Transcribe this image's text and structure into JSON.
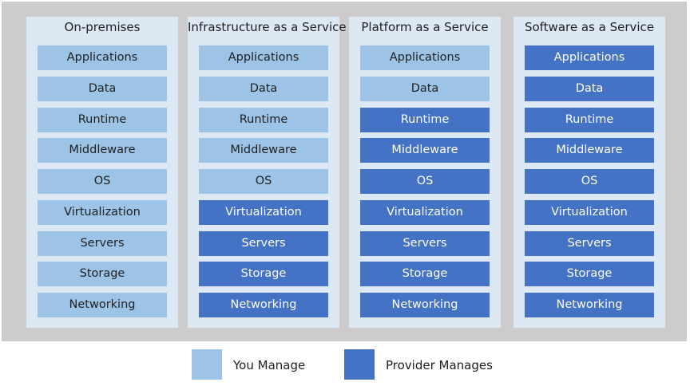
{
  "colors": {
    "you_manage": "#9dc3e6",
    "provider_manages": "#4472c4",
    "column_background": "#dde8f5",
    "panel_background": "#cdcbcb"
  },
  "layer_labels": [
    "Applications",
    "Data",
    "Runtime",
    "Middleware",
    "OS",
    "Virtualization",
    "Servers",
    "Storage",
    "Networking"
  ],
  "columns": [
    {
      "title": "On-premises",
      "layers": [
        {
          "label": "Applications",
          "managed_by": "you"
        },
        {
          "label": "Data",
          "managed_by": "you"
        },
        {
          "label": "Runtime",
          "managed_by": "you"
        },
        {
          "label": "Middleware",
          "managed_by": "you"
        },
        {
          "label": "OS",
          "managed_by": "you"
        },
        {
          "label": "Virtualization",
          "managed_by": "you"
        },
        {
          "label": "Servers",
          "managed_by": "you"
        },
        {
          "label": "Storage",
          "managed_by": "you"
        },
        {
          "label": "Networking",
          "managed_by": "you"
        }
      ]
    },
    {
      "title": "Infrastructure as a Service",
      "layers": [
        {
          "label": "Applications",
          "managed_by": "you"
        },
        {
          "label": "Data",
          "managed_by": "you"
        },
        {
          "label": "Runtime",
          "managed_by": "you"
        },
        {
          "label": "Middleware",
          "managed_by": "you"
        },
        {
          "label": "OS",
          "managed_by": "you"
        },
        {
          "label": "Virtualization",
          "managed_by": "provider"
        },
        {
          "label": "Servers",
          "managed_by": "provider"
        },
        {
          "label": "Storage",
          "managed_by": "provider"
        },
        {
          "label": "Networking",
          "managed_by": "provider"
        }
      ]
    },
    {
      "title": "Platform as a Service",
      "layers": [
        {
          "label": "Applications",
          "managed_by": "you"
        },
        {
          "label": "Data",
          "managed_by": "you"
        },
        {
          "label": "Runtime",
          "managed_by": "provider"
        },
        {
          "label": "Middleware",
          "managed_by": "provider"
        },
        {
          "label": "OS",
          "managed_by": "provider"
        },
        {
          "label": "Virtualization",
          "managed_by": "provider"
        },
        {
          "label": "Servers",
          "managed_by": "provider"
        },
        {
          "label": "Storage",
          "managed_by": "provider"
        },
        {
          "label": "Networking",
          "managed_by": "provider"
        }
      ]
    },
    {
      "title": "Software as a Service",
      "layers": [
        {
          "label": "Applications",
          "managed_by": "provider"
        },
        {
          "label": "Data",
          "managed_by": "provider"
        },
        {
          "label": "Runtime",
          "managed_by": "provider"
        },
        {
          "label": "Middleware",
          "managed_by": "provider"
        },
        {
          "label": "OS",
          "managed_by": "provider"
        },
        {
          "label": "Virtualization",
          "managed_by": "provider"
        },
        {
          "label": "Servers",
          "managed_by": "provider"
        },
        {
          "label": "Storage",
          "managed_by": "provider"
        },
        {
          "label": "Networking",
          "managed_by": "provider"
        }
      ]
    }
  ],
  "legend": {
    "you_label": "You Manage",
    "provider_label": "Provider Manages"
  }
}
